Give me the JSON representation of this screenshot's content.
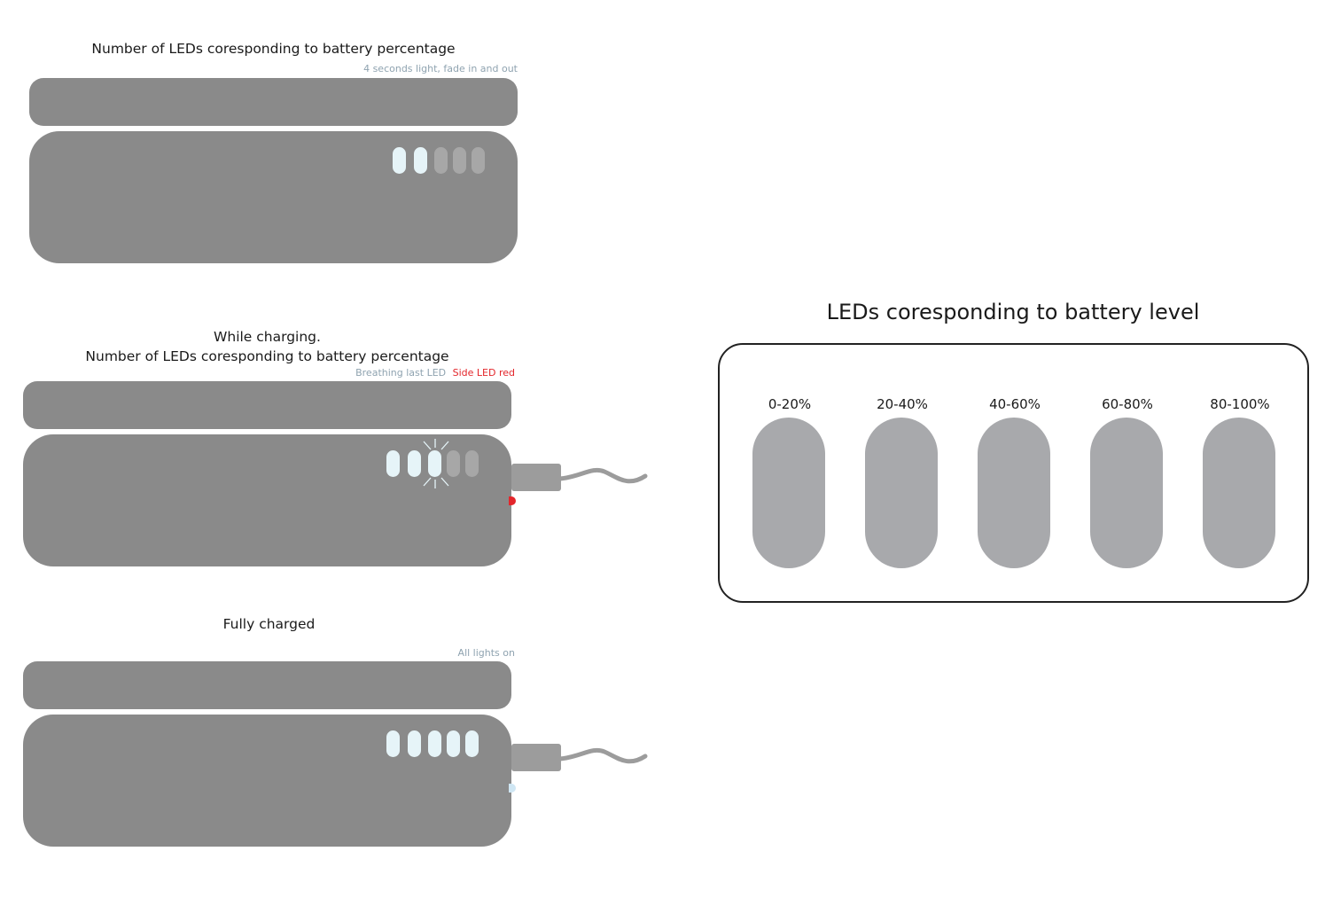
{
  "sections": {
    "idle": {
      "title": "Number of LEDs coresponding to battery percentage",
      "note": "4 seconds light, fade in and out",
      "leds": [
        true,
        true,
        false,
        false,
        false
      ]
    },
    "charging": {
      "title_line1": "While charging.",
      "title_line2": "Number of LEDs coresponding to battery percentage",
      "note": "Breathing last LED",
      "note_red": "Side LED red",
      "leds": [
        true,
        true,
        true,
        false,
        false
      ]
    },
    "full": {
      "title": "Fully charged",
      "note": "All lights on",
      "leds": [
        true,
        true,
        true,
        true,
        true
      ]
    }
  },
  "legend": {
    "title": "LEDs coresponding to battery level",
    "levels": [
      "0-20%",
      "20-40%",
      "40-60%",
      "60-80%",
      "80-100%"
    ]
  },
  "colors": {
    "device": "#8a8a8a",
    "led_on": "#e6f4f8",
    "led_off": "#a7a7a7",
    "side_led_red": "#e3262b",
    "side_led_blue": "#cfe6f3",
    "cable": "#9c9c9c",
    "note": "#8fa3b0"
  }
}
